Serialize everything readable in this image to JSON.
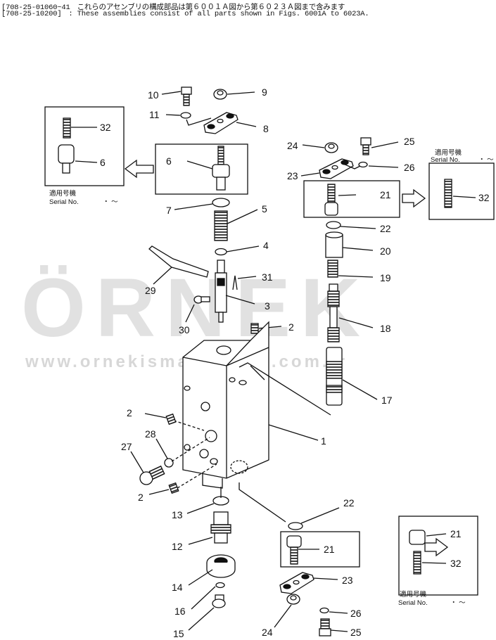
{
  "header": {
    "line1_code": "[708-25-01060~41",
    "line1_text": "これらのアセンブリの構成部品は第６００１Ａ図から第６０２３Ａ図まで含みます",
    "line2_code": "[708-25-10200]",
    "line2_text": ": These assemblies consist of all parts shown in Figs. 6001A to 6023A."
  },
  "watermark": {
    "brand": "ÖRNEK",
    "url": "www.ornekismakinalari.com.tr"
  },
  "serial_label": {
    "jp": "適用号機",
    "en": "Serial  No.",
    "range": "・ ～"
  },
  "callouts": {
    "c10": "10",
    "c9": "9",
    "c11": "11",
    "c8": "8",
    "c32a": "32",
    "c6a": "6",
    "c6b": "6",
    "c7": "7",
    "c5": "5",
    "c4": "4",
    "c31": "31",
    "c29": "29",
    "c3": "3",
    "c30": "30",
    "c2a": "2",
    "c24a": "24",
    "c25a": "25",
    "c23a": "23",
    "c26a": "26",
    "c21a": "21",
    "c32b": "32",
    "c22a": "22",
    "c20": "20",
    "c19": "19",
    "c18": "18",
    "c17": "17",
    "c2b": "2",
    "c1": "1",
    "c28": "28",
    "c27": "27",
    "c2c": "2",
    "c13": "13",
    "c12": "12",
    "c14": "14",
    "c16": "16",
    "c15": "15",
    "c22b": "22",
    "c21b": "21",
    "c21c": "21",
    "c32c": "32",
    "c23b": "23",
    "c26b": "26",
    "c24b": "24",
    "c25b": "25"
  }
}
